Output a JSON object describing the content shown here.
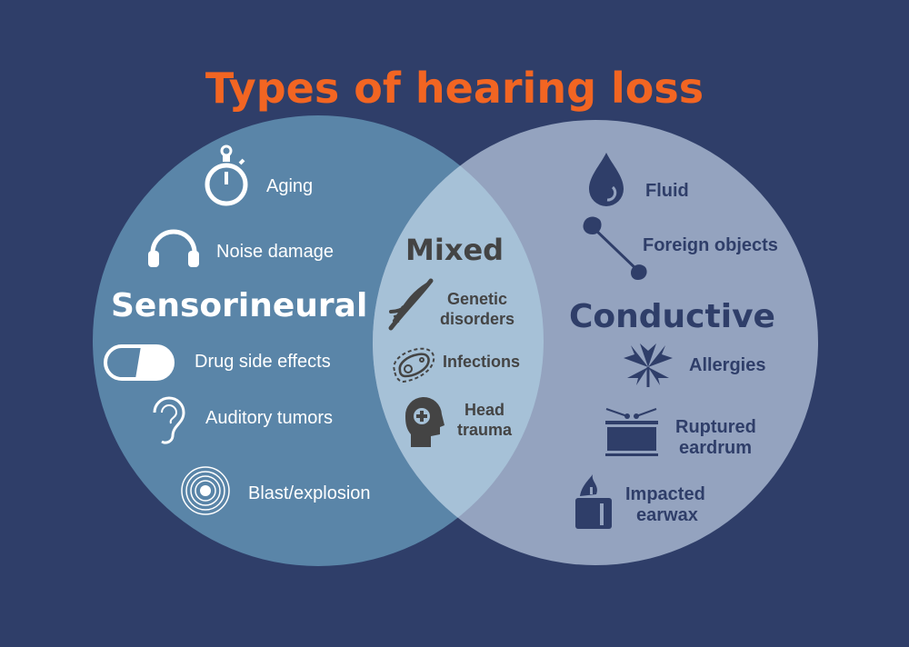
{
  "title": "Types of hearing loss",
  "colors": {
    "background": "#2f3e69",
    "title": "#f26522",
    "sensorineural": "#5a85a8",
    "conductive": "#94a3bf",
    "mixed": "#a6c1d7"
  },
  "sensorineural": {
    "heading": "Sensorineural",
    "items": [
      {
        "label": "Aging",
        "icon": "stopwatch-icon"
      },
      {
        "label": "Noise damage",
        "icon": "headphones-icon"
      },
      {
        "label": "Drug side effects",
        "icon": "pill-icon"
      },
      {
        "label": "Auditory tumors",
        "icon": "ear-icon"
      },
      {
        "label": "Blast/explosion",
        "icon": "blast-icon"
      }
    ]
  },
  "mixed": {
    "heading": "Mixed",
    "items": [
      {
        "label1": "Genetic",
        "label2": "disorders",
        "icon": "dna-icon"
      },
      {
        "label1": "Infections",
        "icon": "bacteria-icon"
      },
      {
        "label1": "Head",
        "label2": "trauma",
        "icon": "head-injury-icon"
      }
    ]
  },
  "conductive": {
    "heading": "Conductive",
    "items": [
      {
        "label1": "Fluid",
        "icon": "droplet-icon"
      },
      {
        "label1": "Foreign objects",
        "icon": "cotton-swab-icon"
      },
      {
        "label1": "Allergies",
        "icon": "leaf-icon"
      },
      {
        "label1": "Ruptured",
        "label2": "eardrum",
        "icon": "drum-icon"
      },
      {
        "label1": "Impacted",
        "label2": "earwax",
        "icon": "candle-icon"
      }
    ]
  }
}
